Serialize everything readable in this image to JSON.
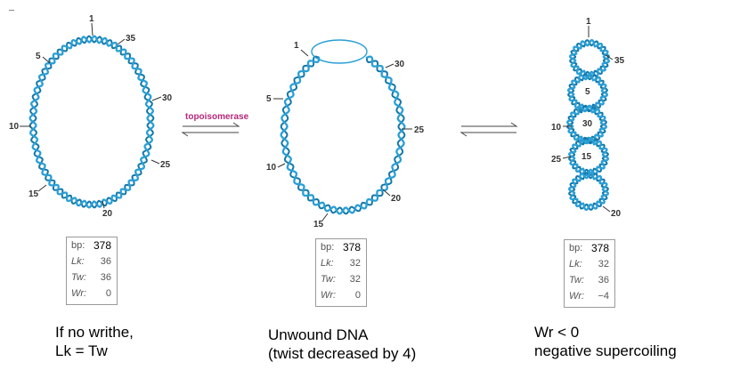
{
  "colors": {
    "helix": "#2a9fd6",
    "helix_dark": "#1578a8",
    "enzyme_label": "#b5287a",
    "text": "#000000"
  },
  "enzyme_label": "topoisomerase",
  "panels": [
    {
      "id": "relaxed",
      "bp_label": "bp:",
      "bp_value": "378",
      "lk_label": "Lk:",
      "lk_value": "36",
      "tw_label": "Tw:",
      "tw_value": "36",
      "wr_label": "Wr:",
      "wr_value": "0",
      "caption_line1": "If no writhe,",
      "caption_line2": "Lk = Tw",
      "positions": [
        "1",
        "5",
        "10",
        "15",
        "20",
        "25",
        "30",
        "35"
      ]
    },
    {
      "id": "unwound",
      "bp_label": "bp:",
      "bp_value": "378",
      "lk_label": "Lk:",
      "lk_value": "32",
      "tw_label": "Tw:",
      "tw_value": "32",
      "wr_label": "Wr:",
      "wr_value": "0",
      "caption_line1": "Unwound DNA",
      "caption_line2": "(twist decreased by 4)",
      "positions": [
        "1",
        "5",
        "10",
        "15",
        "20",
        "25",
        "30"
      ]
    },
    {
      "id": "supercoiled",
      "bp_label": "bp:",
      "bp_value": "378",
      "lk_label": "Lk:",
      "lk_value": "32",
      "tw_label": "Tw:",
      "tw_value": "36",
      "wr_label": "Wr:",
      "wr_value": "−4",
      "caption_line1": "Wr < 0",
      "caption_line2": "negative supercoiling",
      "positions": [
        "1",
        "35",
        "5",
        "10",
        "30",
        "25",
        "15",
        "20"
      ]
    }
  ]
}
